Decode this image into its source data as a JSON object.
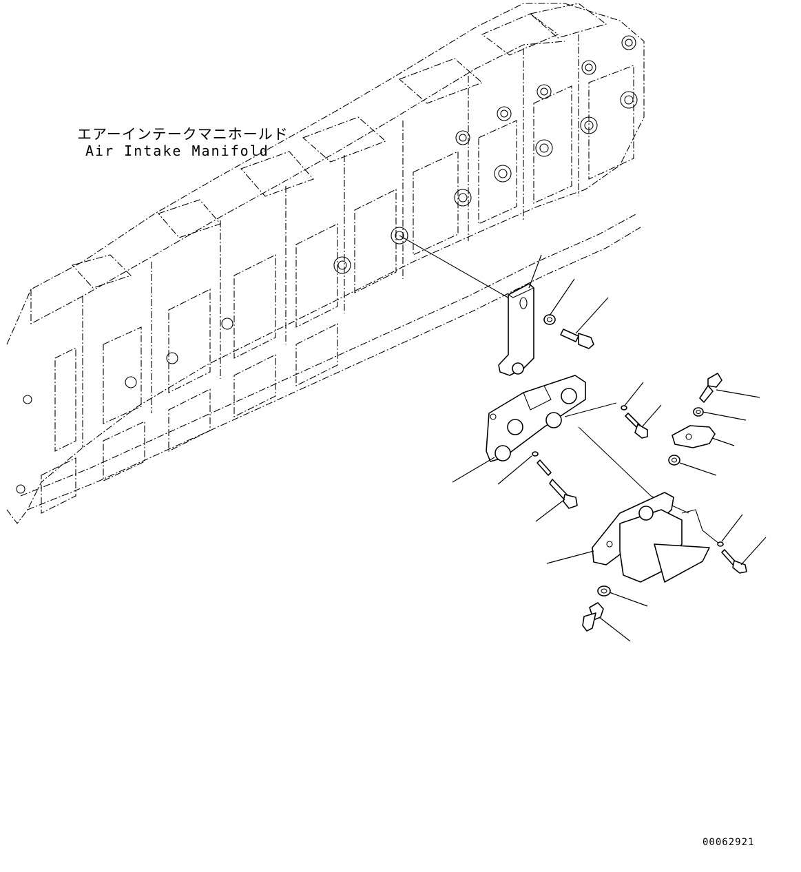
{
  "diagram": {
    "title_jp": "エアーインテークマニホールド",
    "title_en": "Air Intake Manifold",
    "drawing_number": "00062921"
  },
  "parts": [
    {
      "name": "bracket-arm"
    },
    {
      "name": "washer"
    },
    {
      "name": "bolt"
    },
    {
      "name": "mounting-plate"
    },
    {
      "name": "spring-washer"
    },
    {
      "name": "bolt"
    },
    {
      "name": "spring-washer"
    },
    {
      "name": "bolt"
    },
    {
      "name": "banjo-bolt"
    },
    {
      "name": "gasket"
    },
    {
      "name": "clip"
    },
    {
      "name": "gasket"
    },
    {
      "name": "filter-housing"
    },
    {
      "name": "spring-washer"
    },
    {
      "name": "bolt"
    },
    {
      "name": "gasket"
    },
    {
      "name": "sensor-fitting"
    }
  ]
}
